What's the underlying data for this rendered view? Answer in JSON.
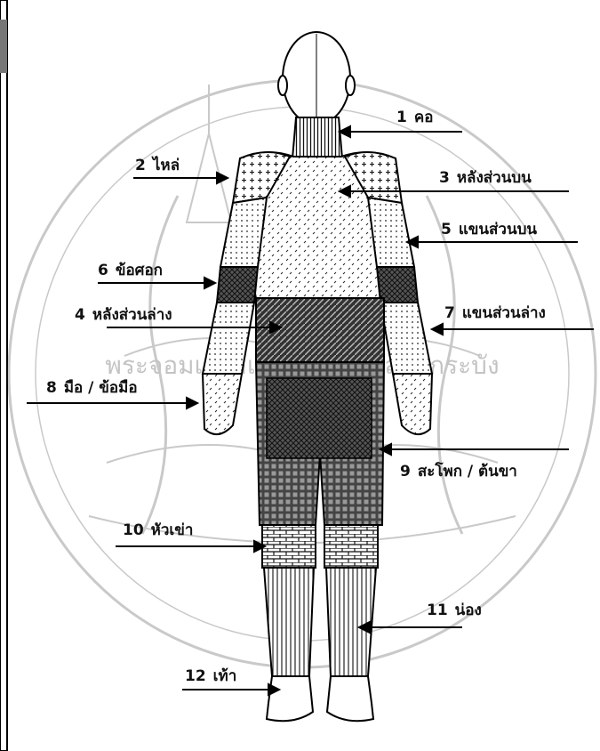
{
  "diagram": {
    "labels": [
      {
        "id": "neck",
        "number": "1",
        "text": "คอ"
      },
      {
        "id": "shoulder",
        "number": "2",
        "text": "ไหล่"
      },
      {
        "id": "upper-back",
        "number": "3",
        "text": "หลังส่วนบน"
      },
      {
        "id": "lower-back",
        "number": "4",
        "text": "หลังส่วนล่าง"
      },
      {
        "id": "upper-arm",
        "number": "5",
        "text": "แขนส่วนบน"
      },
      {
        "id": "elbow",
        "number": "6",
        "text": "ข้อศอก"
      },
      {
        "id": "forearm",
        "number": "7",
        "text": "แขนส่วนล่าง"
      },
      {
        "id": "hand-wrist",
        "number": "8",
        "text": "มือ / ข้อมือ"
      },
      {
        "id": "hip-thigh",
        "number": "9",
        "text": "สะโพก / ต้นขา"
      },
      {
        "id": "knee",
        "number": "10",
        "text": "หัวเข่า"
      },
      {
        "id": "calf",
        "number": "11",
        "text": "น่อง"
      },
      {
        "id": "foot",
        "number": "12",
        "text": "เท้า"
      }
    ]
  },
  "watermark": {
    "text": "พระจอมเกล้าเจ้าคุณทหารลาดกระบัง"
  }
}
